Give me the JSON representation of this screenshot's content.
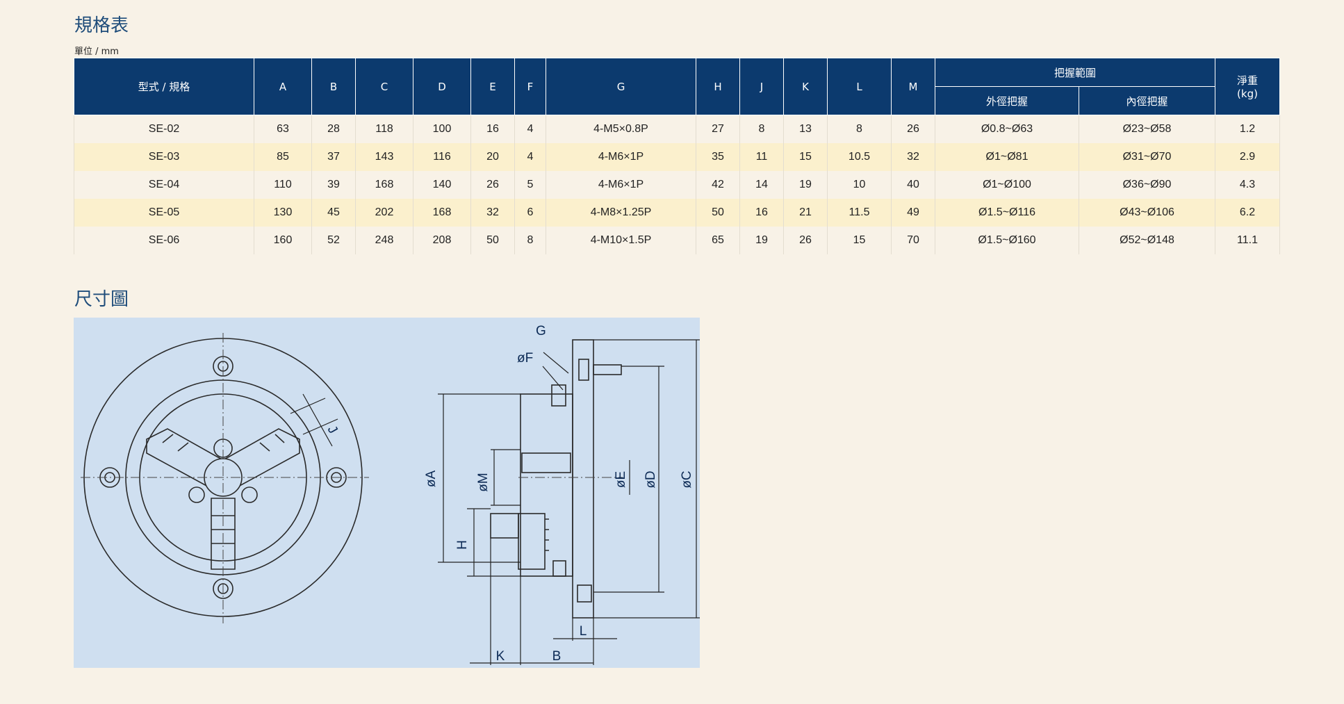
{
  "spec_section": {
    "title": "規格表",
    "unit": "單位 / mm"
  },
  "dimension_section": {
    "title": "尺寸圖"
  },
  "table": {
    "headers": {
      "model": "型式 / 規格",
      "A": "A",
      "B": "B",
      "C": "C",
      "D": "D",
      "E": "E",
      "F": "F",
      "G": "G",
      "H": "H",
      "J": "J",
      "K": "K",
      "L": "L",
      "M": "M",
      "grip_range": "把握範圍",
      "outer_grip": "外徑把握",
      "inner_grip": "內徑把握",
      "weight": "淨重",
      "weight_unit": "(kg)"
    },
    "rows": [
      {
        "model": "SE-02",
        "A": "63",
        "B": "28",
        "C": "118",
        "D": "100",
        "E": "16",
        "F": "4",
        "G": "4-M5×0.8P",
        "H": "27",
        "J": "8",
        "K": "13",
        "L": "8",
        "M": "26",
        "outer": "Ø0.8~Ø63",
        "inner": "Ø23~Ø58",
        "weight": "1.2"
      },
      {
        "model": "SE-03",
        "A": "85",
        "B": "37",
        "C": "143",
        "D": "116",
        "E": "20",
        "F": "4",
        "G": "4-M6×1P",
        "H": "35",
        "J": "11",
        "K": "15",
        "L": "10.5",
        "M": "32",
        "outer": "Ø1~Ø81",
        "inner": "Ø31~Ø70",
        "weight": "2.9"
      },
      {
        "model": "SE-04",
        "A": "110",
        "B": "39",
        "C": "168",
        "D": "140",
        "E": "26",
        "F": "5",
        "G": "4-M6×1P",
        "H": "42",
        "J": "14",
        "K": "19",
        "L": "10",
        "M": "40",
        "outer": "Ø1~Ø100",
        "inner": "Ø36~Ø90",
        "weight": "4.3"
      },
      {
        "model": "SE-05",
        "A": "130",
        "B": "45",
        "C": "202",
        "D": "168",
        "E": "32",
        "F": "6",
        "G": "4-M8×1.25P",
        "H": "50",
        "J": "16",
        "K": "21",
        "L": "11.5",
        "M": "49",
        "outer": "Ø1.5~Ø116",
        "inner": "Ø43~Ø106",
        "weight": "6.2"
      },
      {
        "model": "SE-06",
        "A": "160",
        "B": "52",
        "C": "248",
        "D": "208",
        "E": "50",
        "F": "8",
        "G": "4-M10×1.5P",
        "H": "65",
        "J": "19",
        "K": "26",
        "L": "15",
        "M": "70",
        "outer": "Ø1.5~Ø160",
        "inner": "Ø52~Ø148",
        "weight": "11.1"
      }
    ]
  },
  "diagram": {
    "background": "#cfdff0",
    "line_color": "#1a1a1a",
    "label_color": "#0c2a55",
    "labels": {
      "G": "G",
      "F": "øF",
      "A": "øA",
      "M": "øM",
      "E": "øE",
      "D": "øD",
      "C": "øC",
      "H": "H",
      "J": "J",
      "K": "K",
      "B": "B",
      "L": "L"
    }
  }
}
